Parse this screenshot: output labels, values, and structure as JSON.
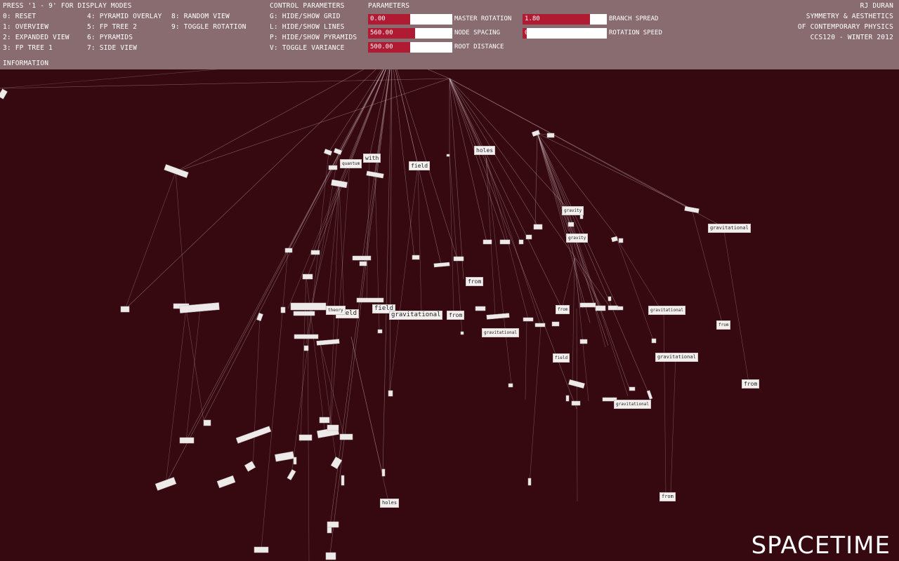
{
  "header": {
    "modes_title": "PRESS '1 - 9' FOR DISPLAY MODES",
    "modes_col1": [
      "0: RESET",
      "1: OVERVIEW",
      "2: EXPANDED VIEW",
      "3: FP TREE 1"
    ],
    "modes_col2": [
      "4: PYRAMID OVERLAY",
      "5: FP TREE 2",
      "6: PYRAMIDS",
      "7: SIDE VIEW"
    ],
    "modes_col3": [
      "8: RANDOM VIEW",
      "9: TOGGLE ROTATION"
    ],
    "information": "INFORMATION",
    "control_title": "CONTROL PARAMETERS",
    "control_items": [
      "G: HIDE/SHOW GRID",
      "L: HIDE/SHOW LINES",
      "P: HIDE/SHOW PYRAMIDS",
      "V: TOGGLE VARIANCE"
    ],
    "params_title": "PARAMETERS",
    "credits": [
      "RJ DURAN",
      "SYMMETRY & AESTHETICS",
      "OF CONTEMPORARY PHYSICS",
      "CCS120 - WINTER 2012"
    ]
  },
  "sliders": [
    {
      "value_text": "0.00",
      "label": "MASTER ROTATION",
      "fill": 0.5
    },
    {
      "value_text": "560.00",
      "label": "NODE SPACING",
      "fill": 0.56
    },
    {
      "value_text": "500.00",
      "label": "ROOT DISTANCE",
      "fill": 0.5
    },
    {
      "value_text": "1.80",
      "label": "BRANCH SPREAD",
      "fill": 0.8
    },
    {
      "value_text": "0",
      "label": "ROTATION SPEED",
      "fill": 0.05
    }
  ],
  "nodes": {
    "holes": "holes",
    "field": "field",
    "with": "with",
    "quantum": "quantum",
    "gravitational": "gravitational",
    "from": "from",
    "gravity": "gravity",
    "theory": "theory"
  },
  "brand": "SPACETIME",
  "colors": {
    "topbar": "#886c70",
    "background": "#360810",
    "slider_fill": "#b01a32"
  }
}
